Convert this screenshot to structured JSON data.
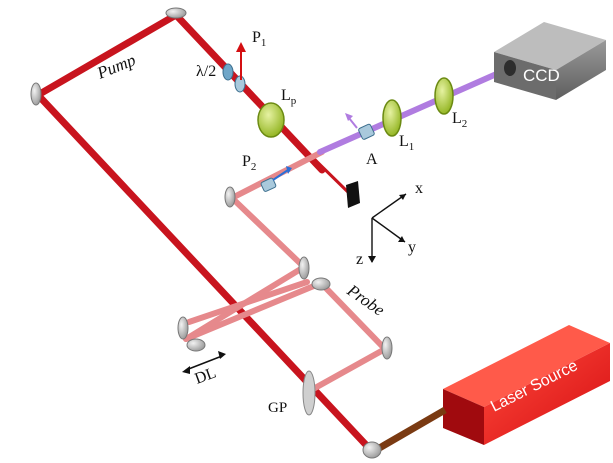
{
  "labels": {
    "pump": "Pump",
    "half_wave_plate": "λ/2",
    "p1": "P",
    "p1_sub": "1",
    "lp": "L",
    "lp_sub": "p",
    "p2": "P",
    "p2_sub": "2",
    "analyzer": "A",
    "l1": "L",
    "l1_sub": "1",
    "l2": "L",
    "l2_sub": "2",
    "ccd": "CCD",
    "axis_x": "x",
    "axis_y": "y",
    "axis_z": "z",
    "probe": "Probe",
    "delay_line": "DL",
    "glan_plate": "GP",
    "laser_source": "Laser Source"
  },
  "colors": {
    "pump_beam": "#c8141e",
    "probe_beam": "#e6898c",
    "signal_beam": "#b07ce0",
    "lens": "#a6c93a",
    "laser_box": "#d60f16",
    "ccd_box": "#7a7a7a",
    "mirror": "#c9c9c9"
  }
}
